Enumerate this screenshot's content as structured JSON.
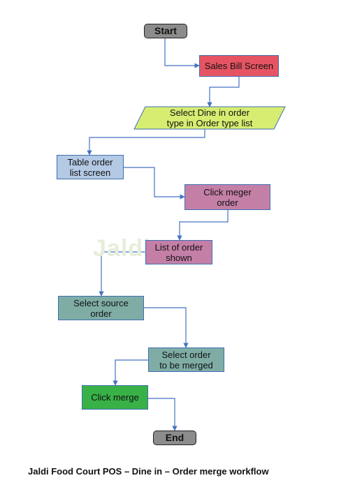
{
  "diagram": {
    "watermark": "Jaldi",
    "nodes": [
      {
        "id": "start",
        "label": "Start",
        "shape": "terminal",
        "fill": "#8c8c8c"
      },
      {
        "id": "sales",
        "label": "Sales Bill Screen",
        "shape": "process",
        "fill": "#e65463"
      },
      {
        "id": "select_dine",
        "label": "Select Dine in order\ntype in Order type list",
        "shape": "data",
        "fill": "#d7ed71"
      },
      {
        "id": "table_list",
        "label": "Table order\nlist screen",
        "shape": "process",
        "fill": "#b3c9e4"
      },
      {
        "id": "click_meger",
        "label": "Click meger\norder",
        "shape": "process",
        "fill": "#c47fa7"
      },
      {
        "id": "list_shown",
        "label": "List of order\nshown",
        "shape": "process",
        "fill": "#c47fa7"
      },
      {
        "id": "select_source",
        "label": "Select source\norder",
        "shape": "process",
        "fill": "#7fada6"
      },
      {
        "id": "select_merged",
        "label": "Select order\nto be merged",
        "shape": "process",
        "fill": "#7fada6"
      },
      {
        "id": "click_merge",
        "label": "Click merge",
        "shape": "process",
        "fill": "#38b247"
      },
      {
        "id": "end",
        "label": "End",
        "shape": "terminal",
        "fill": "#8c8c8c"
      }
    ],
    "caption": "Jaldi Food Court POS – Dine in – Order merge workflow",
    "connector_color": "#4472c4"
  }
}
